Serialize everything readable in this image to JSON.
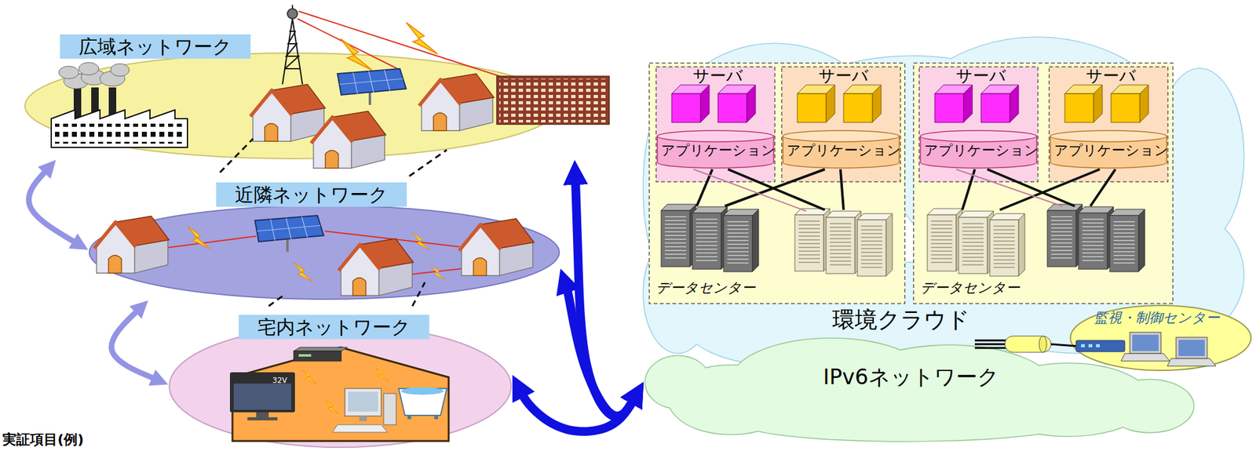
{
  "diagram": {
    "nodes": [
      {
        "text": [
          "広域ネットワーク"
        ]
      },
      {
        "text": [
          "近隣ネットワーク"
        ]
      },
      {
        "text": [
          "宅内ネットワーク"
        ]
      },
      {
        "text": [
          "環境クラウド",
          "IPv6ネットワーク"
        ]
      },
      {
        "text": [
          "データセンター"
        ],
        "in": 3
      },
      {
        "text": [
          "サーバ"
        ],
        "in": 4
      },
      {
        "text": [
          "アプリケーション"
        ],
        "in": 5
      },
      {
        "text": [
          "サーバ"
        ],
        "in": 4
      },
      {
        "text": [
          "アプリケーション"
        ],
        "in": 7
      },
      {
        "text": [
          "データセンター"
        ],
        "in": 3
      },
      {
        "text": [
          "サーバ"
        ],
        "in": 9
      },
      {
        "text": [
          "アプリケーション"
        ],
        "in": 10
      },
      {
        "text": [
          "サーバ"
        ],
        "in": 9
      },
      {
        "text": [
          "アプリケーション"
        ],
        "in": 12
      },
      {
        "text": [
          "監視・制御センター"
        ],
        "in": 3
      }
    ],
    "edges": [
      {
        "from": 0,
        "to": 1,
        "arrow": "both"
      },
      {
        "from": 1,
        "to": 2,
        "arrow": "both"
      },
      {
        "from": 3,
        "to": 0,
        "arrow": "both"
      },
      {
        "from": 3,
        "to": 1,
        "arrow": "both"
      },
      {
        "from": 3,
        "to": 2,
        "arrow": "both"
      }
    ],
    "labels": [
      "32V",
      "実証項目(例)"
    ]
  }
}
